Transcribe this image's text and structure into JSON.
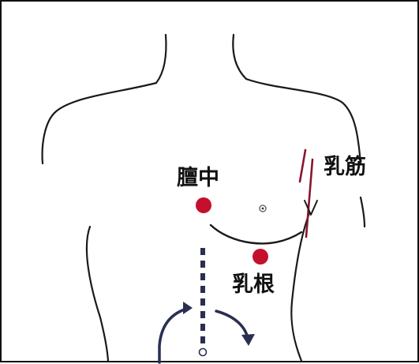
{
  "labels": {
    "danzhong": "膻中",
    "rujin": "乳筋",
    "rugen": "乳根"
  },
  "colors": {
    "line": "#1a1a1a",
    "point": "#c4102c",
    "tendon": "#8a1530",
    "guide": "#2a2f52",
    "frame": "#111111"
  }
}
